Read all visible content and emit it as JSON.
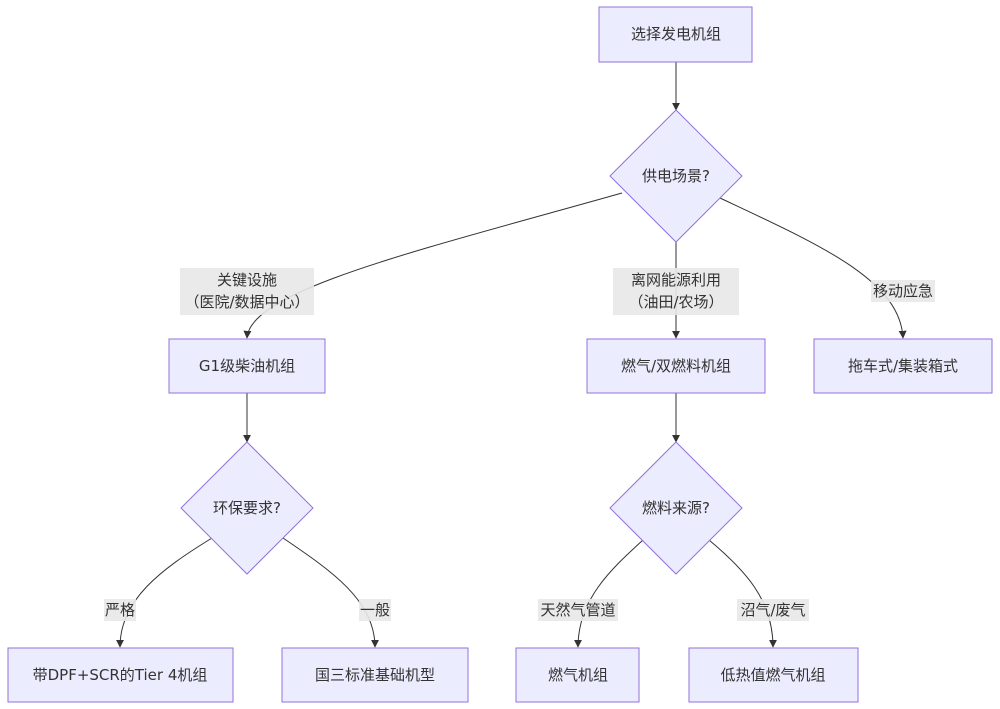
{
  "colors": {
    "node_fill": "#ECECFF",
    "node_stroke": "#9370DB",
    "edge": "#333333",
    "label_bg": "#e8e8e8",
    "text": "#333333"
  },
  "nodes": {
    "start": "选择发电机组",
    "scenario": "供电场景?",
    "diesel": "G1级柴油机组",
    "gas_dual": "燃气/双燃料机组",
    "trailer": "拖车式/集装箱式",
    "env": "环保要求?",
    "fuel_source": "燃料来源?",
    "tier4": "带DPF+SCR的Tier 4机组",
    "gb3": "国三标准基础机型",
    "gas_unit": "燃气机组",
    "low_heat": "低热值燃气机组"
  },
  "edge_labels": {
    "critical_line1": "关键设施",
    "critical_line2": "（医院/数据中心）",
    "offgrid_line1": "离网能源利用",
    "offgrid_line2": "（油田/农场）",
    "mobile": "移动应急",
    "strict": "严格",
    "general": "一般",
    "pipeline": "天然气管道",
    "biogas": "沼气/废气"
  }
}
